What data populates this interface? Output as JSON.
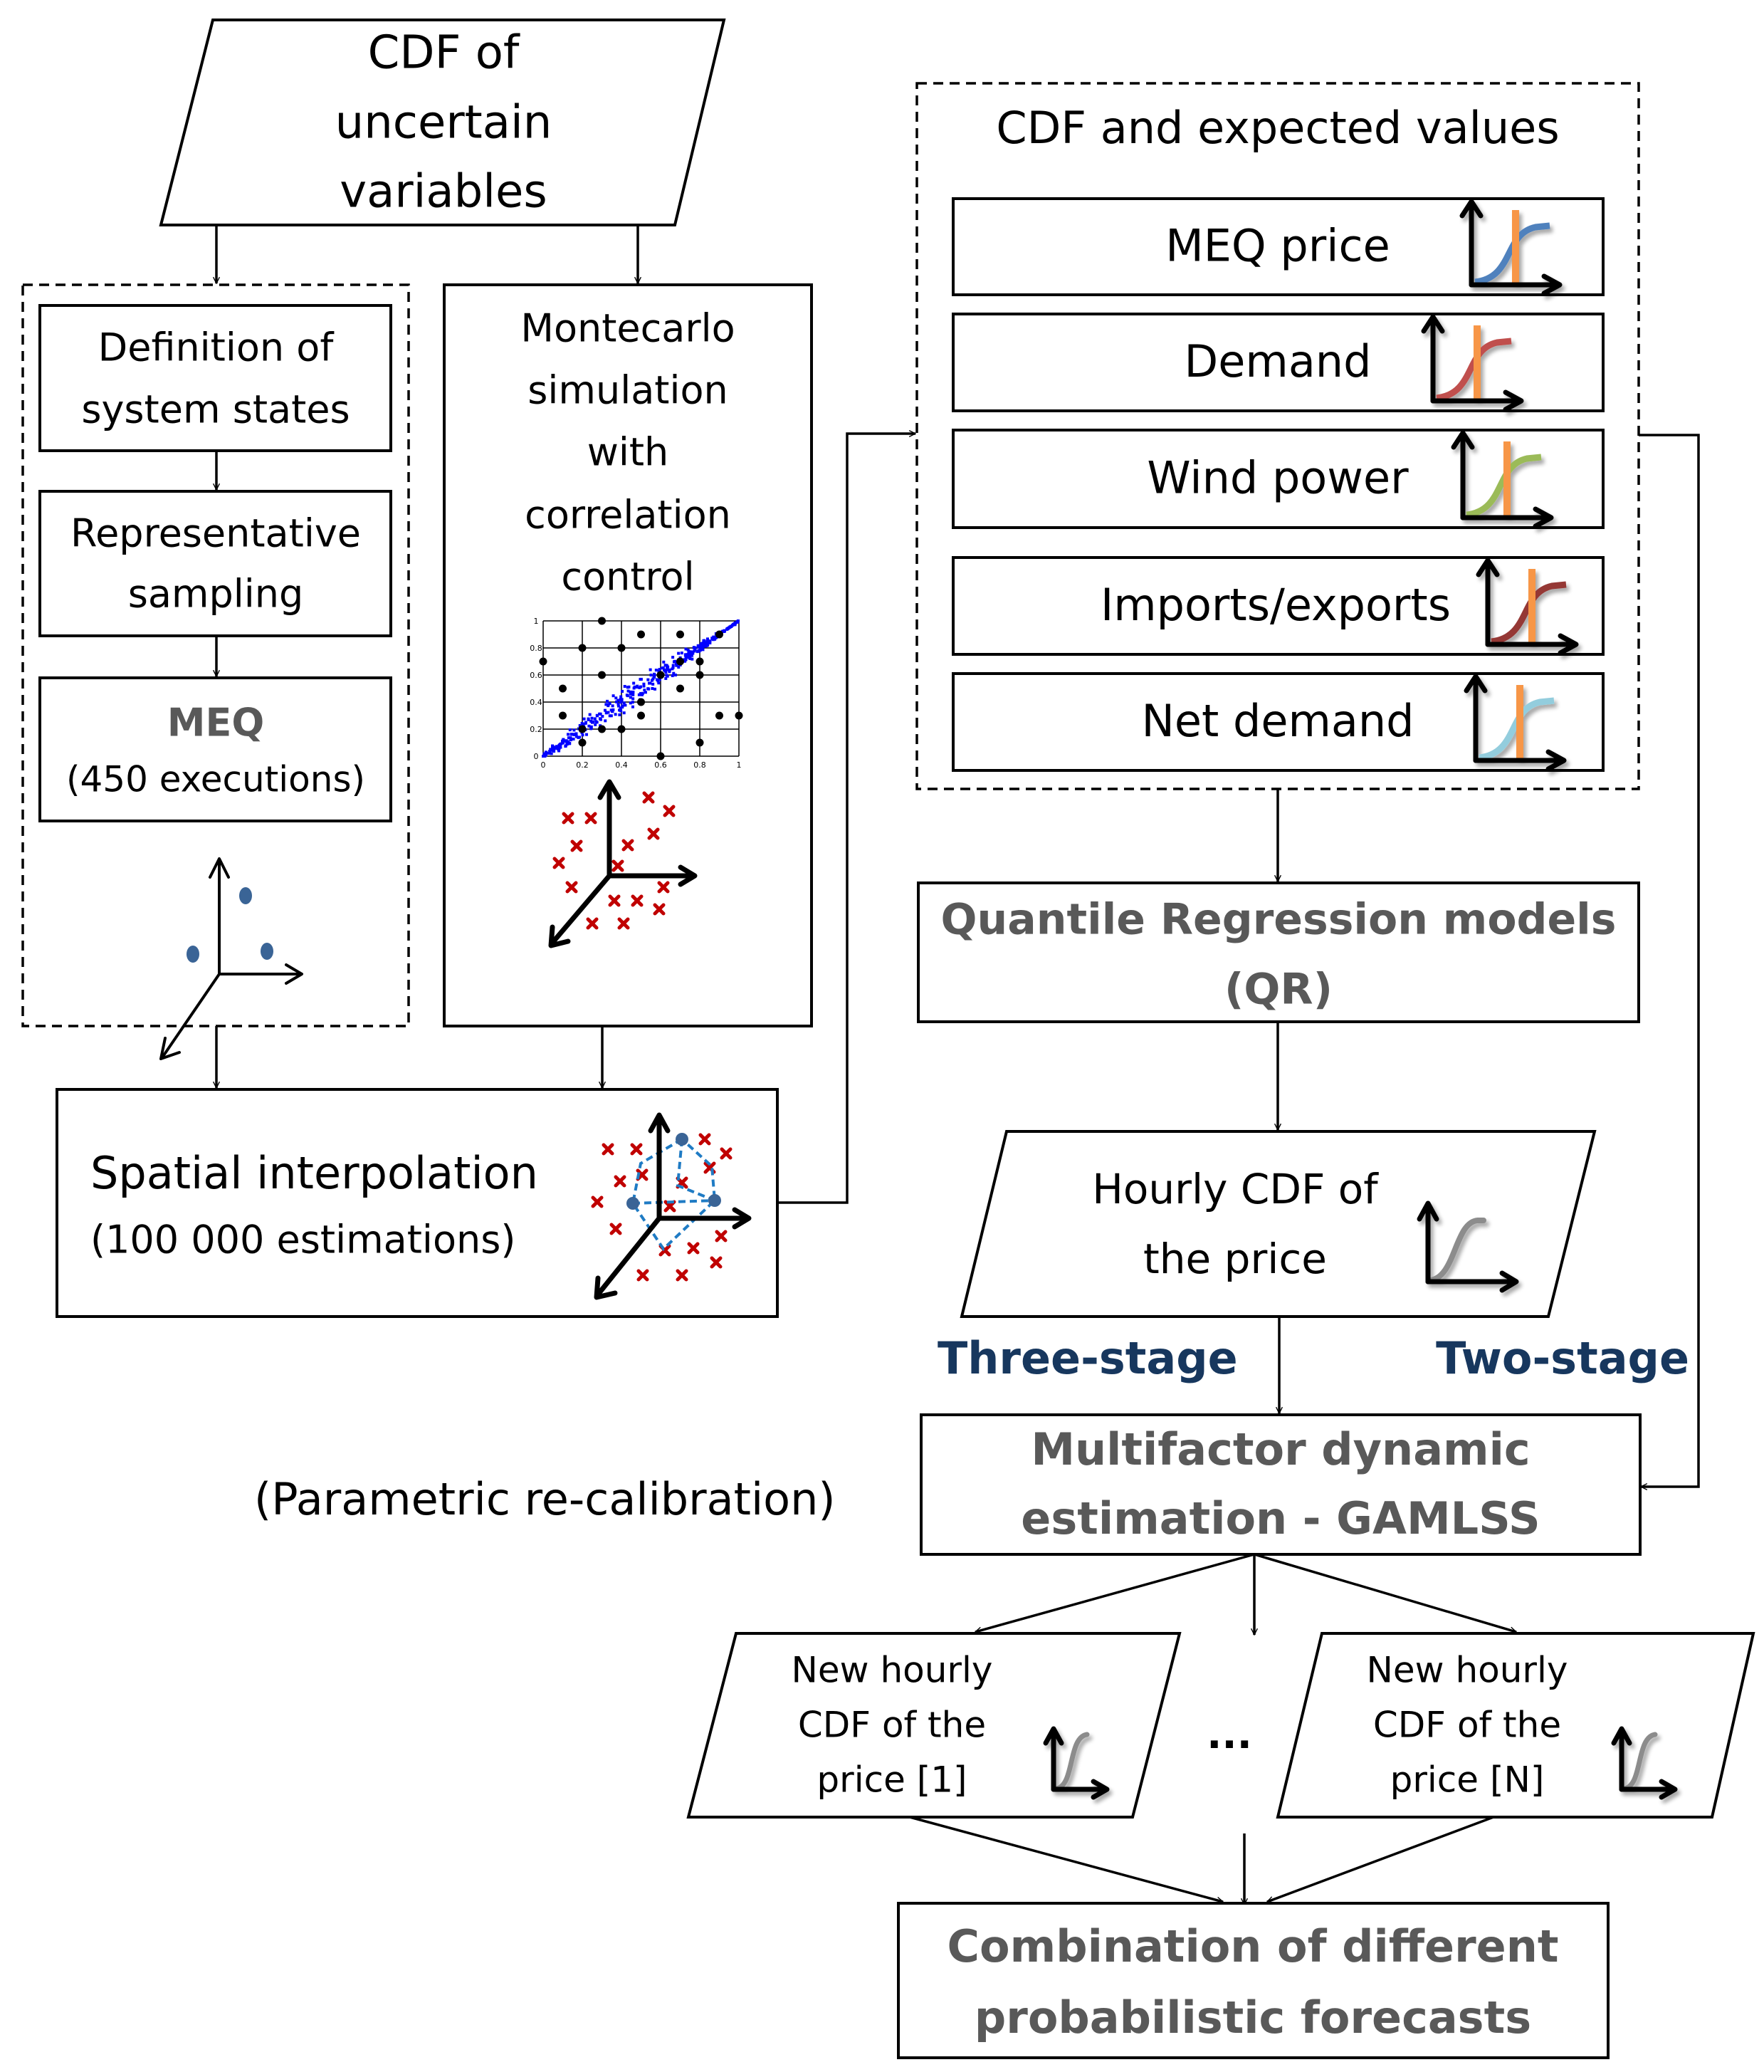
{
  "nodes": {
    "cdf_uncertain": {
      "lines": [
        "CDF of",
        "uncertain",
        "variables"
      ]
    },
    "definition_states": {
      "lines": [
        "Definition of",
        "system states"
      ]
    },
    "representative_sampling": {
      "lines": [
        "Representative",
        "sampling"
      ]
    },
    "meq": {
      "title": "MEQ",
      "subtitle": "(450 executions)"
    },
    "montecarlo": {
      "lines": [
        "Montecarlo",
        "simulation",
        "with",
        "correlation",
        "control"
      ]
    },
    "spatial_interpolation": {
      "title": "Spatial interpolation",
      "subtitle": "(100 000 estimations)"
    },
    "cdf_expected": {
      "title": "CDF and expected values",
      "items": [
        {
          "label": "MEQ price",
          "curve_color": "#4f81bd"
        },
        {
          "label": "Demand",
          "curve_color": "#c0504d"
        },
        {
          "label": "Wind power",
          "curve_color": "#9bbb59"
        },
        {
          "label": "Imports/exports",
          "curve_color": "#953735"
        },
        {
          "label": "Net demand",
          "curve_color": "#93cddd"
        }
      ],
      "expected_marker_color": "#f79646"
    },
    "quantile_regression": {
      "lines": [
        "Quantile Regression models",
        "(QR)"
      ]
    },
    "hourly_cdf": {
      "lines": [
        "Hourly CDF of",
        "the price"
      ]
    },
    "gamlss": {
      "lines": [
        "Multifactor dynamic",
        "estimation - GAMLSS"
      ]
    },
    "new_cdf_1": {
      "lines": [
        "New hourly",
        "CDF of the",
        "price [1]"
      ]
    },
    "new_cdf_n": {
      "lines": [
        "New hourly",
        "CDF of the",
        "price [N]"
      ]
    },
    "ellipsis": "...",
    "combination": {
      "lines": [
        "Combination of different",
        "probabilistic forecasts"
      ]
    }
  },
  "labels": {
    "three_stage": "Three-stage",
    "two_stage": "Two-stage",
    "parametric": "(Parametric  re-calibration)"
  },
  "colors": {
    "bold_grey_text": "#595959",
    "stage_text": "#17375e",
    "sample_points": "#3a6496",
    "estimation_crosses": "#c00000",
    "interp_lines": "#1f7bc4",
    "scatter_correlated": "#0000ff",
    "scatter_grid_points": "#000000",
    "hourly_cdf_curve": "#8c8c8c"
  },
  "scatter_plot": {
    "x_ticks": [
      "0",
      "0.2",
      "0.4",
      "0.6",
      "0.8",
      "1"
    ],
    "y_ticks": [
      "0",
      "0.2",
      "0.4",
      "0.6",
      "0.8",
      "1"
    ],
    "xlim": [
      0,
      1
    ],
    "ylim": [
      0,
      1
    ],
    "grid_points": [
      [
        0.3,
        1.0
      ],
      [
        0.5,
        0.9
      ],
      [
        0.7,
        0.9
      ],
      [
        0.9,
        0.9
      ],
      [
        0.2,
        0.8
      ],
      [
        0.4,
        0.8
      ],
      [
        0.0,
        0.7
      ],
      [
        0.7,
        0.7
      ],
      [
        0.8,
        0.7
      ],
      [
        0.3,
        0.6
      ],
      [
        0.6,
        0.6
      ],
      [
        0.8,
        0.6
      ],
      [
        0.1,
        0.5
      ],
      [
        0.7,
        0.5
      ],
      [
        0.5,
        0.4
      ],
      [
        0.1,
        0.3
      ],
      [
        0.5,
        0.3
      ],
      [
        0.9,
        0.3
      ],
      [
        1.0,
        0.3
      ],
      [
        0.2,
        0.2
      ],
      [
        0.3,
        0.2
      ],
      [
        0.4,
        0.2
      ],
      [
        0.2,
        0.1
      ],
      [
        0.8,
        0.1
      ],
      [
        0.6,
        0.0
      ]
    ],
    "correlated_cloud": {
      "slope": 1.0,
      "spread": 0.04,
      "count": 400
    }
  }
}
